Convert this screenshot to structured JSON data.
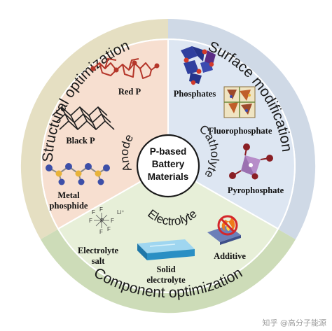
{
  "center": {
    "line1": "P-based",
    "line2": "Battery",
    "line3": "Materials"
  },
  "outer_ring": {
    "structural": "Structural optimization",
    "surface": "Surface modification",
    "component": "Component optimization"
  },
  "sectors": {
    "anode": {
      "label": "Anode",
      "items": {
        "red_p": "Red P",
        "black_p": "Black P",
        "metal_phosphide_line1": "Metal",
        "metal_phosphide_line2": "phosphide"
      }
    },
    "catholyte": {
      "label": "Catholyte",
      "items": {
        "phosphates": "Phosphates",
        "fluorophosphate": "Fluorophosphate",
        "pyrophosphate": "Pyrophosphate"
      }
    },
    "electrolyte": {
      "label": "Electrolyte",
      "items": {
        "electrolyte_salt_line1": "Electrolyte",
        "electrolyte_salt_line2": "salt",
        "solid_electrolyte_line1": "Solid",
        "solid_electrolyte_line2": "electrolyte",
        "additive": "Additive"
      }
    }
  },
  "molecule_labels": {
    "li": "Li⁺",
    "p": "P",
    "f": "F"
  },
  "watermark": "知乎 @高分子能源",
  "colors": {
    "ring_structural": "#e5dfc2",
    "ring_surface": "#cfd9e6",
    "ring_component": "#cddcb8",
    "anode_fill": "#f7dfd0",
    "catholyte_fill": "#dde6f2",
    "electrolyte_fill": "#e7efd8",
    "center_fill": "#ffffff"
  }
}
